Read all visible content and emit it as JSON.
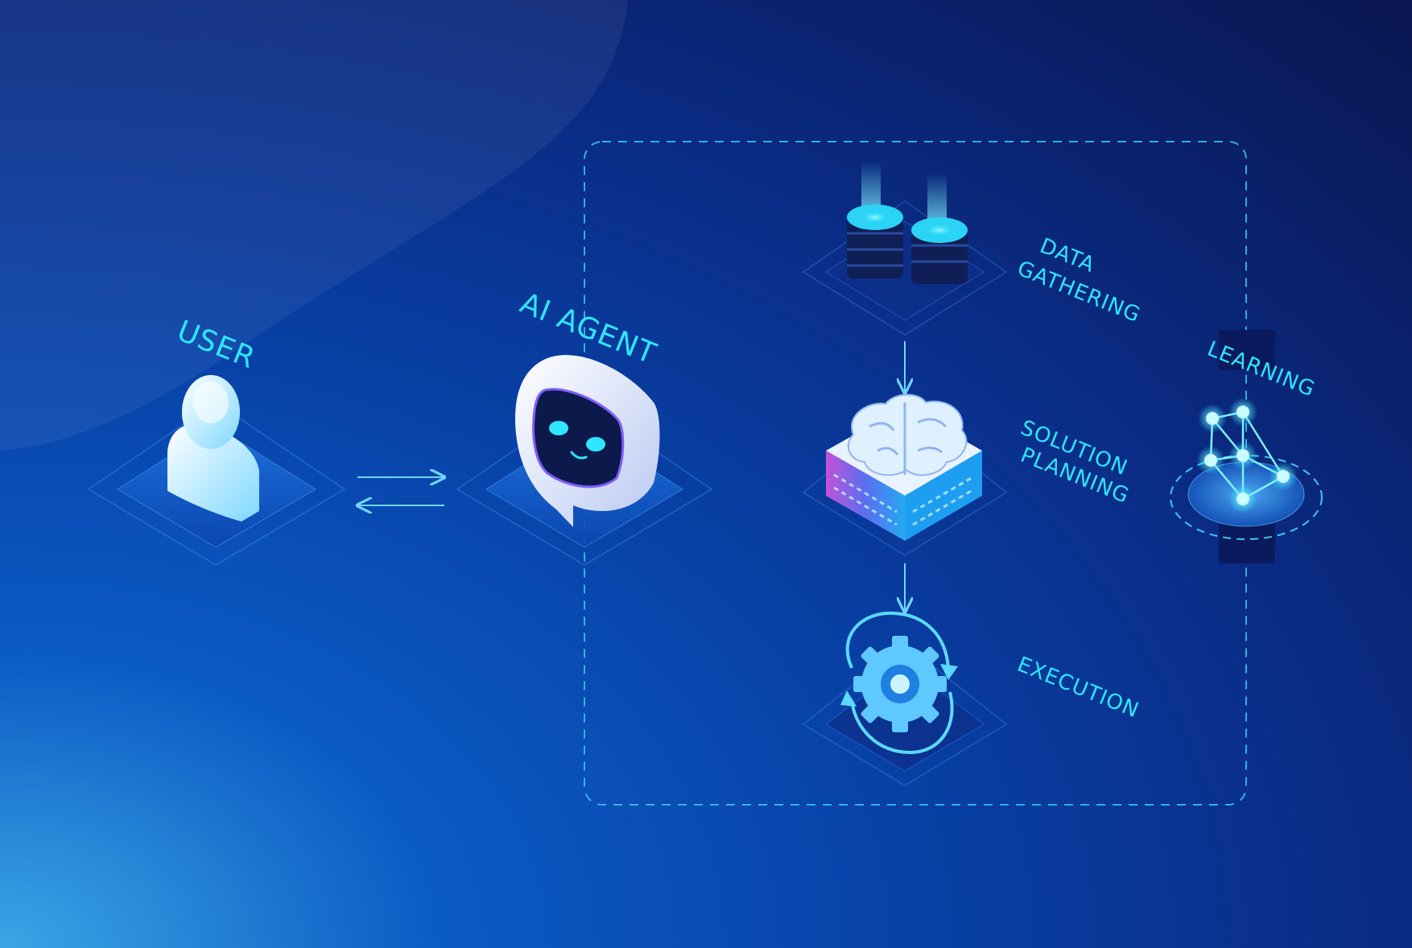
{
  "labels": {
    "user": "USER",
    "ai_agent": "AI AGENT",
    "data_gathering_1": "DATA",
    "data_gathering_2": "GATHERING",
    "solution_planning_1": "SOLUTION",
    "solution_planning_2": "PLANNING",
    "execution": "EXECUTION",
    "learning": "LEARNING"
  },
  "colors": {
    "accent_cyan": "#2ee6ff",
    "glow": "#7ff3ff",
    "background_dark": "#0a1650",
    "background_light": "#3aa6e6",
    "brain_purple": "#a24bd6"
  },
  "icons": [
    "user-icon",
    "chatbot-icon",
    "database-icon",
    "brain-chip-icon",
    "gear-cycle-icon",
    "network-icon"
  ]
}
